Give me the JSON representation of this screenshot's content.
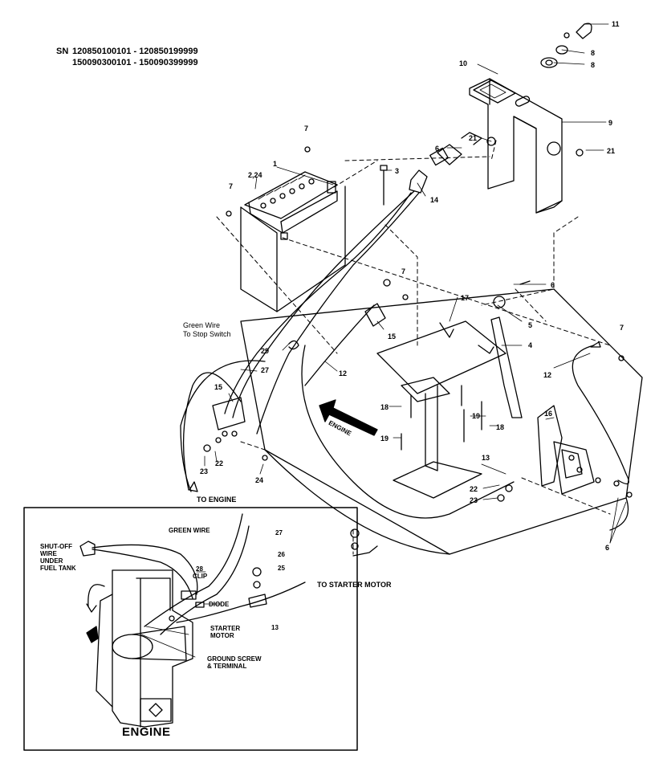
{
  "header": {
    "sn_prefix": "SN",
    "sn_line1": "120850100101 - 120850199999",
    "sn_line2": "150090300101 - 150090399999"
  },
  "labels": {
    "green_wire_line1": "Green Wire",
    "green_wire_line2": "To Stop Switch",
    "to_engine": "TO ENGINE",
    "to_starter_motor": "TO STARTER MOTOR",
    "engine_arrow": "ENGINE"
  },
  "callouts": {
    "c1": "1",
    "c2_24": "2,24",
    "c3": "3",
    "c4": "4",
    "c5": "5",
    "c6_top": "6",
    "c6_mid": "6",
    "c6_bottom": "6",
    "c7_a": "7",
    "c7_b": "7",
    "c7_c": "7",
    "c7_d": "7",
    "c8_a": "8",
    "c8_b": "8",
    "c9": "9",
    "c10": "10",
    "c11": "11",
    "c12_a": "12",
    "c12_b": "12",
    "c13": "13",
    "c14": "14",
    "c15_a": "15",
    "c15_b": "15",
    "c16": "16",
    "c17": "17",
    "c18_a": "18",
    "c18_b": "18",
    "c19_a": "19",
    "c19_b": "19",
    "c21_a": "21",
    "c21_b": "21",
    "c22_a": "22",
    "c22_b": "22",
    "c23_a": "23",
    "c23_b": "23",
    "c24": "24",
    "c27": "27",
    "c29": "29"
  },
  "inset": {
    "title": "ENGINE",
    "green_wire": "GREEN WIRE",
    "shutoff_line1": "SHUT-OFF",
    "shutoff_line2": "WIRE",
    "shutoff_line3": "UNDER",
    "shutoff_line4": "FUEL TANK",
    "clip_num": "28",
    "clip": "CLIP",
    "diode": "DIODE",
    "starter_line1": "STARTER",
    "starter_line2": "MOTOR",
    "ground_line1": "GROUND SCREW",
    "ground_line2": "& TERMINAL",
    "n27": "27",
    "n26": "26",
    "n25": "25",
    "n13": "13"
  }
}
